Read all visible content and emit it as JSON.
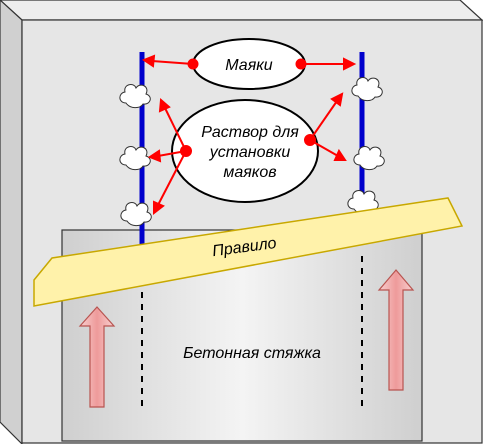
{
  "labels": {
    "beacons": "Маяки",
    "mortar_line1": "Раствор для",
    "mortar_line2": "установки",
    "mortar_line3": "маяков",
    "rule": "Правило",
    "screed": "Бетонная стяжка"
  },
  "colors": {
    "wall_face": "#e6e6e6",
    "wall_edge": "#333333",
    "screed_fill": "#e8e8e8",
    "rule_fill": "#fff2aa",
    "rule_stroke": "#c8a800",
    "beacon": "#0000cc",
    "pointer": "#ff0000",
    "up_arrow_fill": "#f5c0c0",
    "up_arrow_stroke": "#b85450"
  },
  "icons": {
    "mortar_blob": "cloud-shape",
    "lift_arrow": "up-arrow"
  }
}
